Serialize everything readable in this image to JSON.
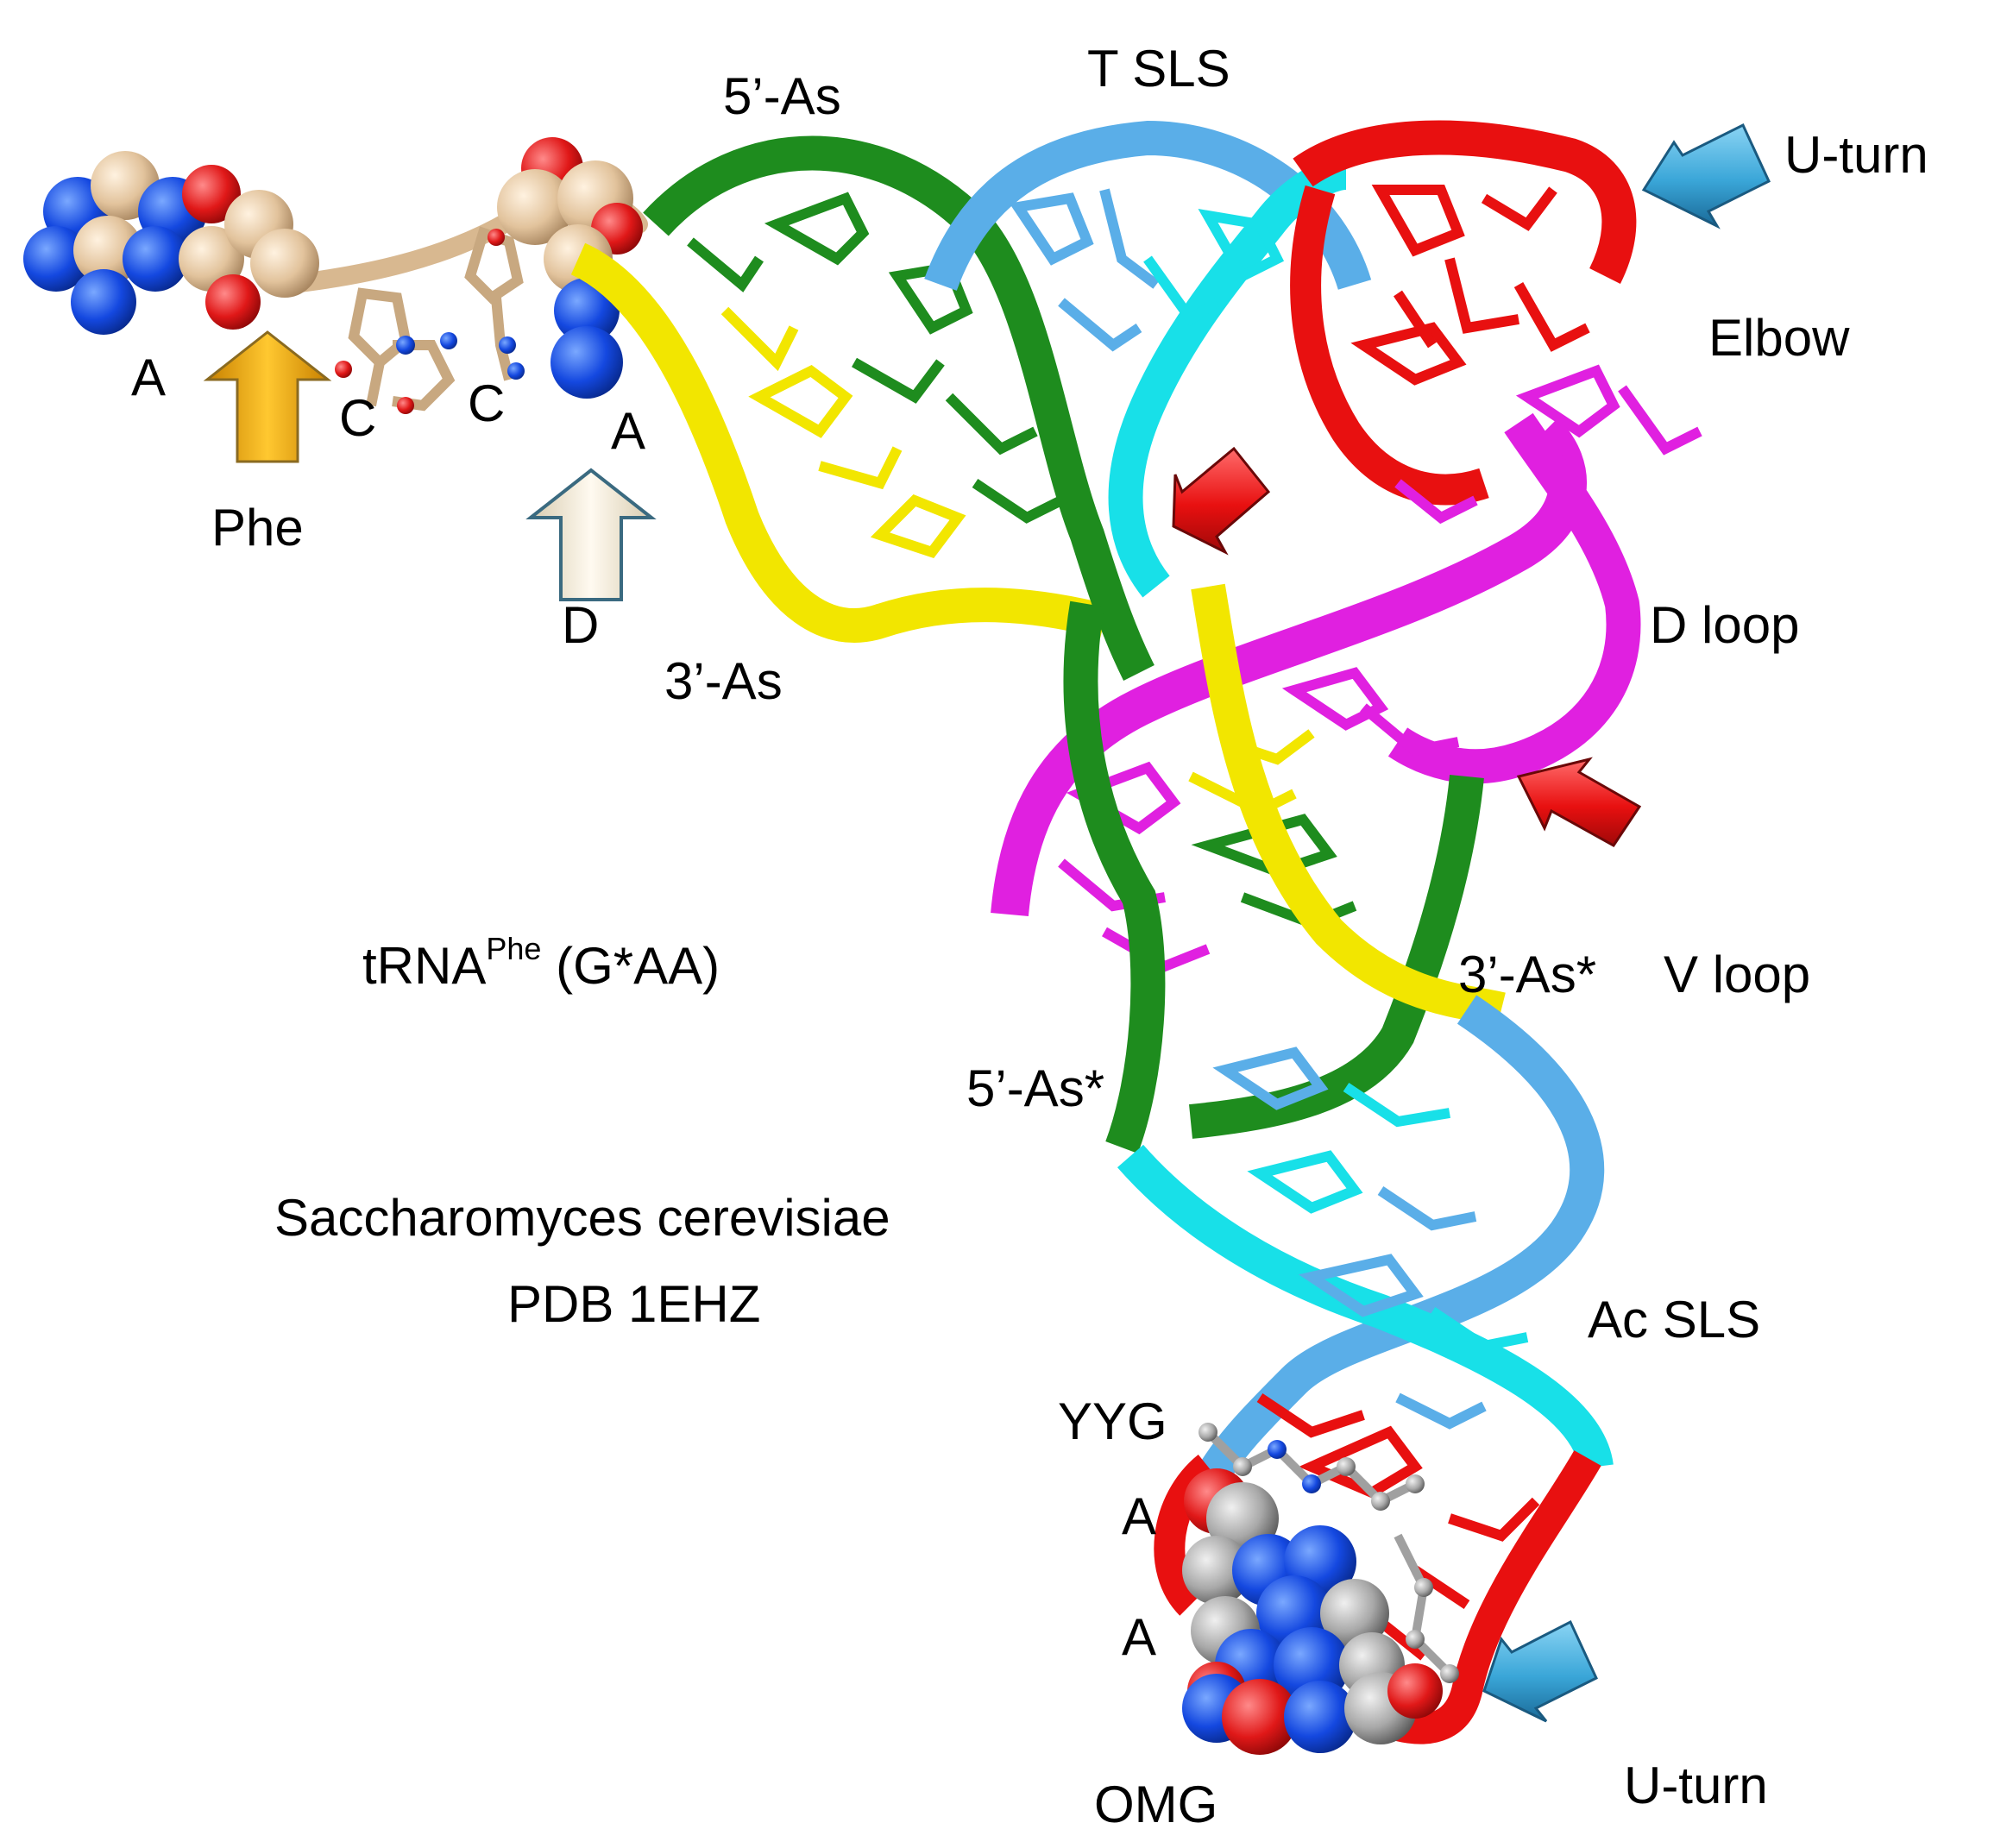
{
  "labels": {
    "acc_A1": "A",
    "acc_C1": "C",
    "acc_C2": "C",
    "acc_A2": "A",
    "phe": "Phe",
    "d_arrow": "D",
    "five_as": "5’-As",
    "three_as": "3’-As",
    "t_sls": "T SLS",
    "u_turn_top": "U-turn",
    "elbow": "Elbow",
    "d_loop": "D loop",
    "trna": "tRNA",
    "trna_sup": "Phe",
    "trna_suffix": " (G*AA)",
    "three_as_star": "3’-As*",
    "v_loop": "V loop",
    "five_as_star": "5’-As*",
    "organism": "Saccharomyces cerevisiae",
    "pdb": "PDB 1EHZ",
    "ac_sls": "Ac SLS",
    "yyg": "YYG",
    "anti_A1": "A",
    "anti_A2": "A",
    "omg": "OMG",
    "u_turn_bottom": "U-turn"
  },
  "colors": {
    "acceptor_5prime": "#1e8c1e",
    "acceptor_3prime": "#f2e600",
    "t_arm_light": "#5aaee8",
    "t_arm_cyan": "#18e0e8",
    "loop_red": "#e81010",
    "d_arm_magenta": "#e020e0",
    "cca_tan": "#e8c8a0",
    "atom_blue": "#1448e0",
    "atom_red": "#e01818",
    "atom_gray": "#a0a0a0",
    "arrow_orange": "#f0a800",
    "arrow_cream": "#f4ecd8",
    "arrow_blue": "#3aa6d8",
    "arrow_red": "#e81010"
  }
}
